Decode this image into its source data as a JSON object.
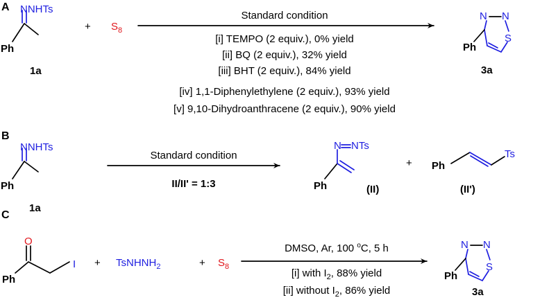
{
  "colors": {
    "blue": "#1e1ee0",
    "red": "#e0161c",
    "black": "#000000"
  },
  "section_a": {
    "label": "A",
    "reactant_group": "NNHTs",
    "reactant_ph": "Ph",
    "reactant_id": "1a",
    "plus": "+",
    "sulfur": "S",
    "sulfur_sub": "8",
    "condition": "Standard condition",
    "experiments": [
      "[i] TEMPO (2 equiv.), 0% yield",
      "[ii] BQ (2 equiv.), 32% yield",
      "[iii] BHT (2 equiv.), 84% yield",
      "[iv] 1,1-Diphenylethylene (2 equiv.), 93% yield",
      "[v] 9,10-Dihydroanthracene (2 equiv.), 90% yield"
    ],
    "product_n1": "N",
    "product_n2": "N",
    "product_s": "S",
    "product_ph": "Ph",
    "product_id": "3a"
  },
  "section_b": {
    "label": "B",
    "reactant_group": "NNHTs",
    "reactant_ph": "Ph",
    "reactant_id": "1a",
    "condition": "Standard condition",
    "ratio": "II/II' = 1:3",
    "product1_group": "N",
    "product1_group2": "NTs",
    "product1_ph": "Ph",
    "product1_id": "(II)",
    "plus": "+",
    "product2_ph": "Ph",
    "product2_ts": "Ts",
    "product2_id": "(II')"
  },
  "section_c": {
    "label": "C",
    "ketone_o": "O",
    "ketone_i": "I",
    "ketone_ph": "Ph",
    "plus1": "+",
    "hydrazide_main": "TsNHNH",
    "hydrazide_sub": "2",
    "plus2": "+",
    "sulfur": "S",
    "sulfur_sub": "8",
    "condition_pre": "DMSO, Ar, 100 ",
    "condition_sup": "o",
    "condition_post": "C, 5 h",
    "exp1_pre": "[i] with I",
    "exp1_sub": "2",
    "exp1_post": ", 88% yield",
    "exp2_pre": "[ii] without I",
    "exp2_sub": "2",
    "exp2_post": ", 86% yield",
    "product_n1": "N",
    "product_n2": "N",
    "product_s": "S",
    "product_ph": "Ph",
    "product_id": "3a"
  }
}
